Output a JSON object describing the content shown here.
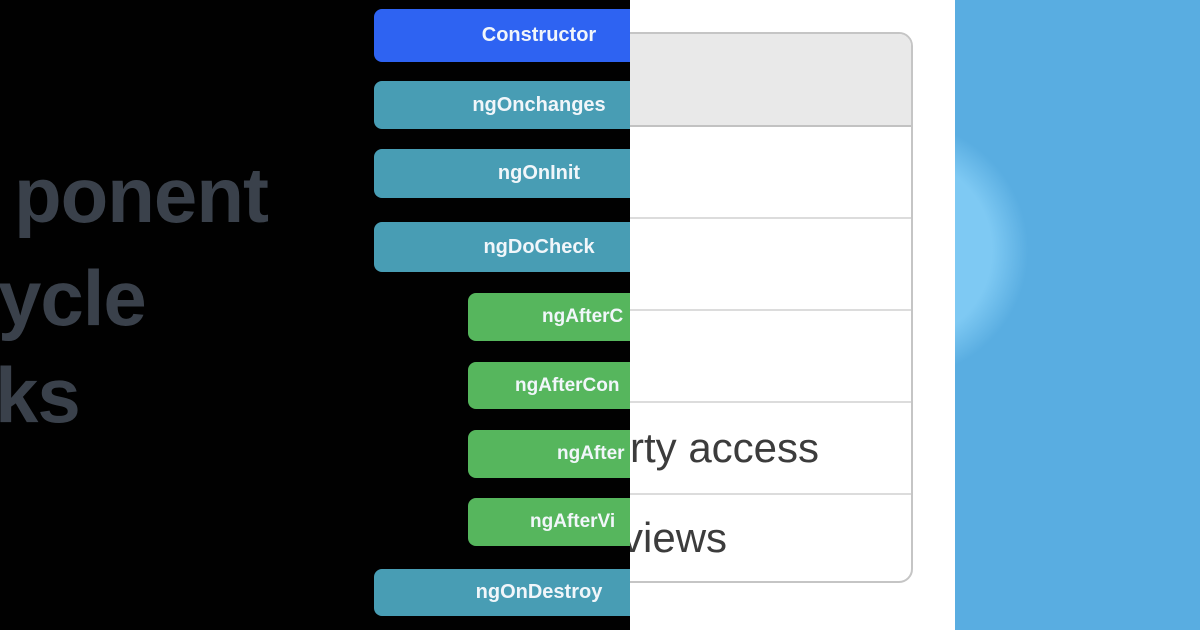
{
  "headline": {
    "line1": "ponent",
    "line2": "ycle",
    "line3": "ks"
  },
  "lifecycle_buttons": [
    {
      "label": "Constructor",
      "color": "#2e63f2"
    },
    {
      "label": "ngOnchanges",
      "color": "#489db4"
    },
    {
      "label": "ngOnInit",
      "color": "#489db4"
    },
    {
      "label": "ngDoCheck",
      "color": "#489db4"
    },
    {
      "label": "ngAfterC",
      "color": "#56b65d"
    },
    {
      "label": "ngAfterCon",
      "color": "#56b65d"
    },
    {
      "label": "ngAfter",
      "color": "#56b65d"
    },
    {
      "label": "ngAfterVi",
      "color": "#56b65d"
    },
    {
      "label": "ngOnDestroy",
      "color": "#489db4"
    }
  ],
  "table_panel": {
    "row4_text": "rty access",
    "row5_text": "views"
  },
  "colors": {
    "background_left": "#010101",
    "headline_text": "#3a414b",
    "blue_button": "#2e63f2",
    "teal_button": "#489db4",
    "green_button": "#56b65d",
    "button_text": "#f1f6fa",
    "white_strip": "#ffffff",
    "card_border": "#c5c5c5",
    "card_header_gray": "#e9e9e9",
    "row_divider": "#dcdcdc",
    "cell_text": "#3c3c3c",
    "right_panel_blue": "#59ade1",
    "right_panel_glow": "#7ec9f3"
  }
}
